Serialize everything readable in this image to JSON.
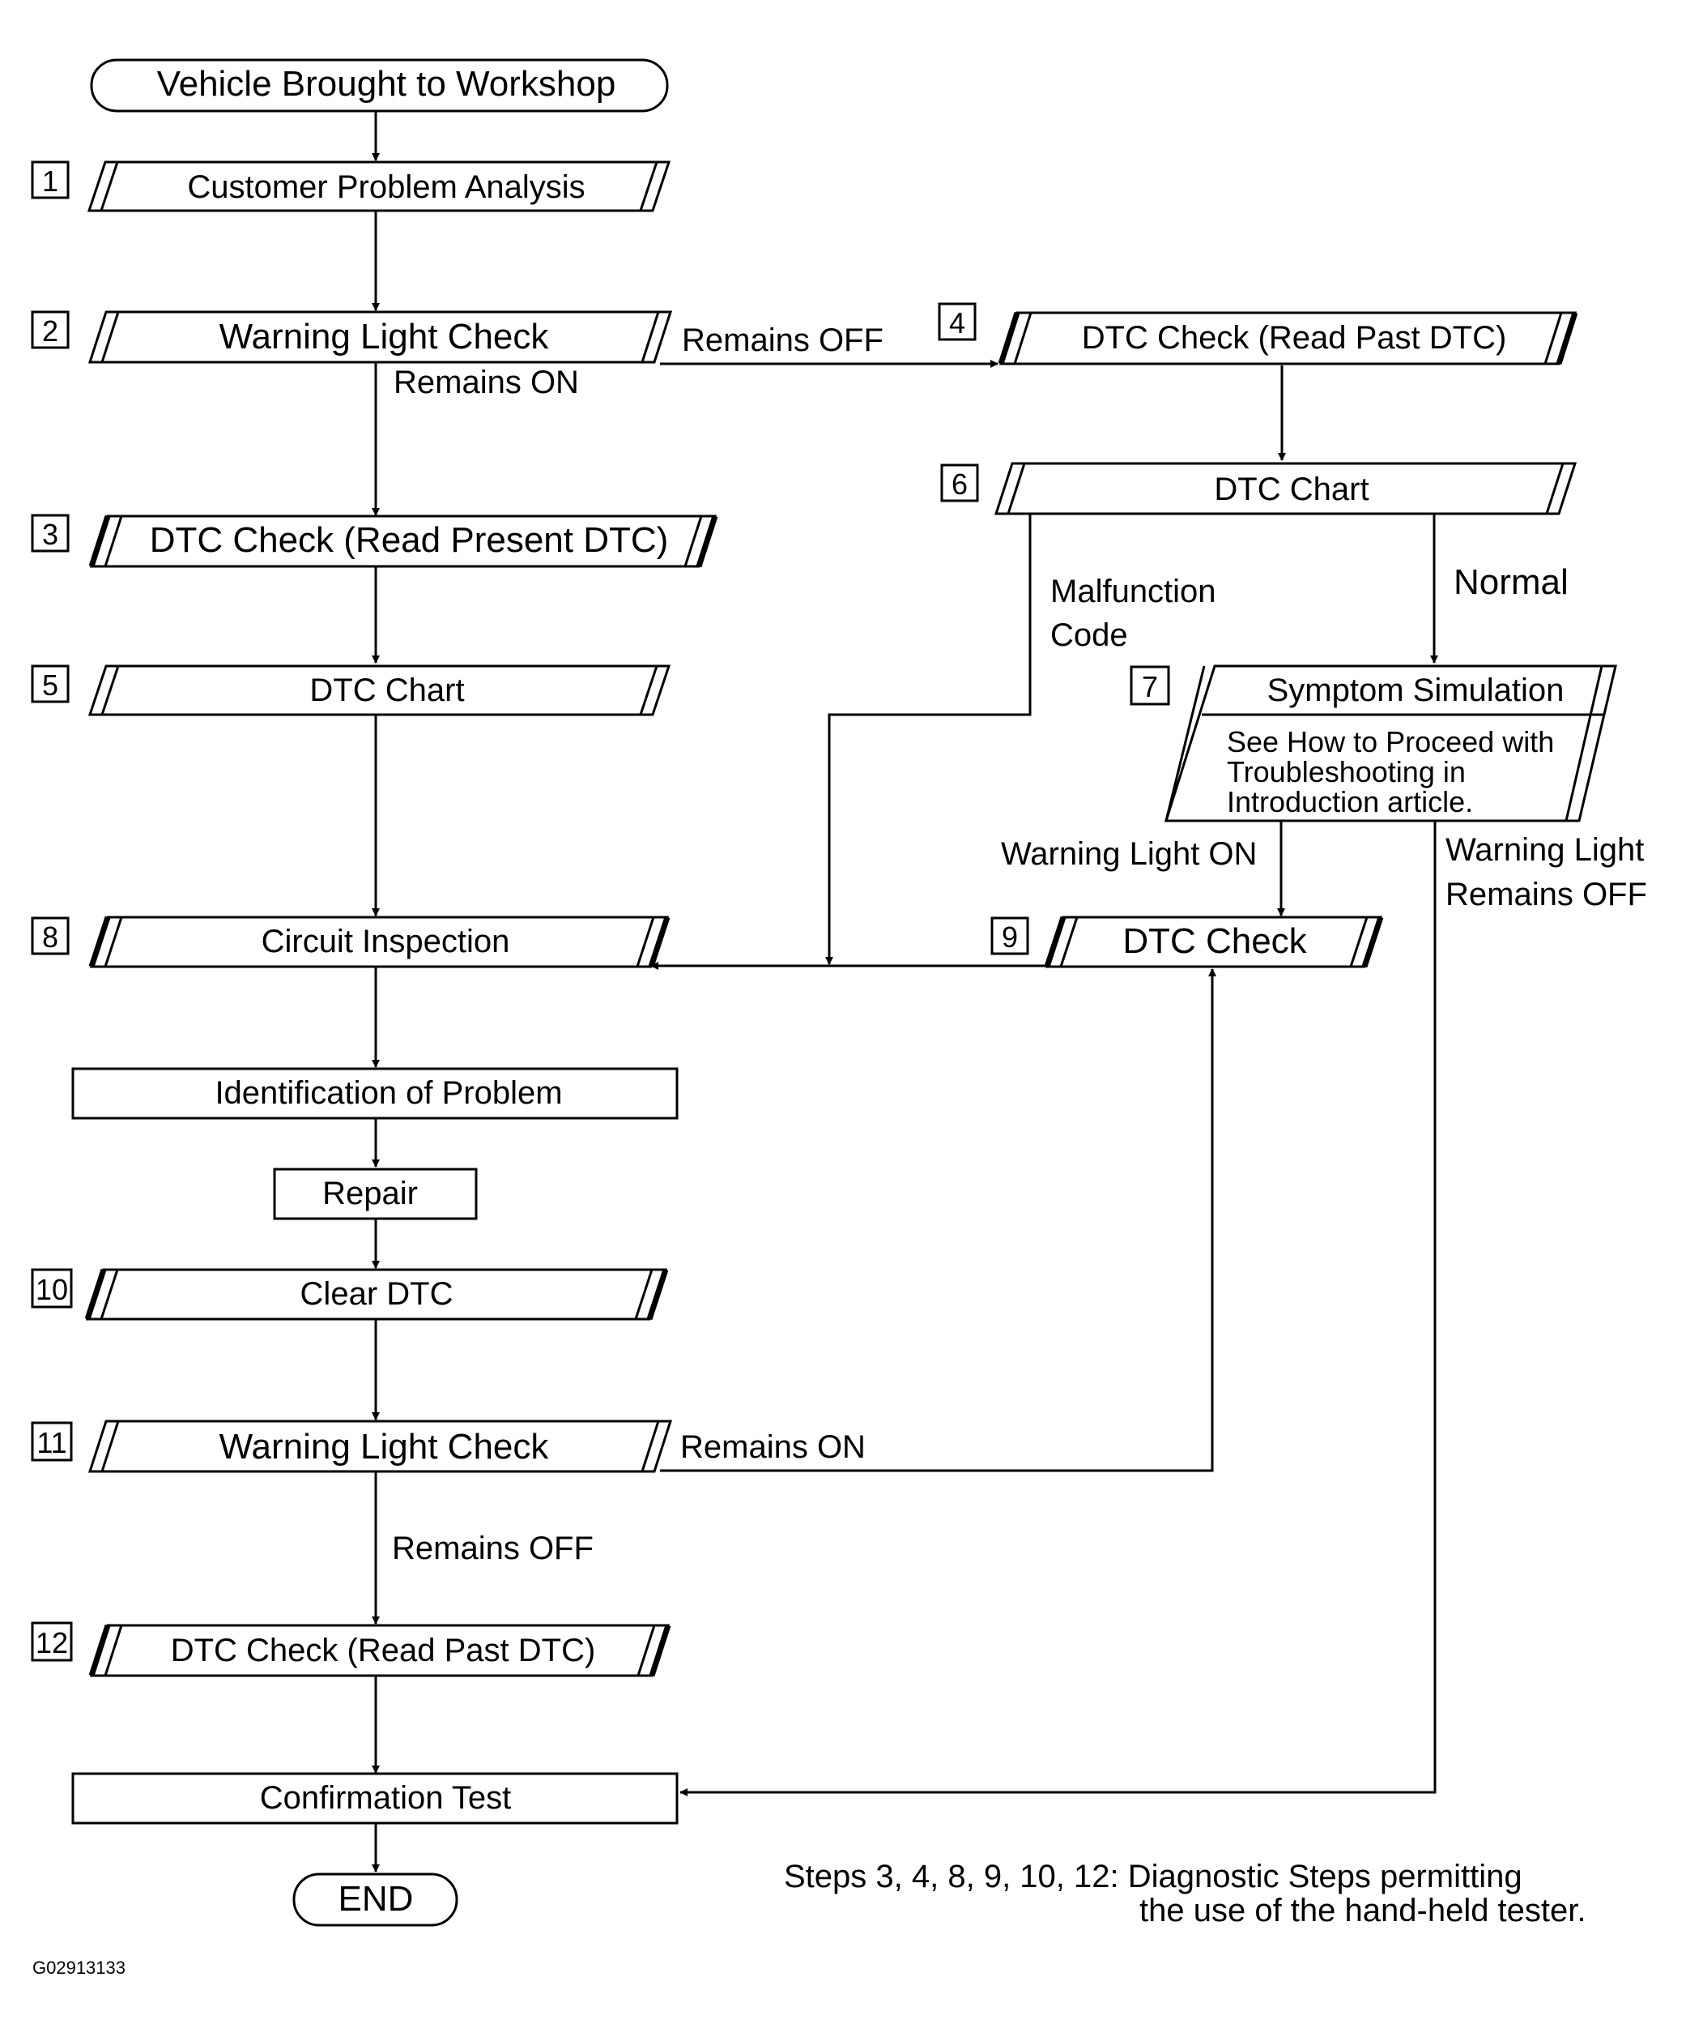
{
  "start": "Vehicle Brought to Workshop",
  "steps": {
    "s1": {
      "num": "1",
      "label": "Customer Problem Analysis"
    },
    "s2": {
      "num": "2",
      "label": "Warning Light Check"
    },
    "s3": {
      "num": "3",
      "label": "DTC Check (Read Present DTC)"
    },
    "s4": {
      "num": "4",
      "label": "DTC Check (Read Past DTC)"
    },
    "s5": {
      "num": "5",
      "label": "DTC Chart"
    },
    "s6": {
      "num": "6",
      "label": "DTC Chart"
    },
    "s7": {
      "num": "7",
      "label": "Symptom Simulation",
      "note1": "See How to Proceed with",
      "note2": "Troubleshooting in",
      "note3": "Introduction article."
    },
    "s8": {
      "num": "8",
      "label": "Circuit Inspection"
    },
    "s9": {
      "num": "9",
      "label": "DTC Check"
    },
    "s10": {
      "num": "10",
      "label": "Clear DTC"
    },
    "s11": {
      "num": "11",
      "label": "Warning Light Check"
    },
    "s12": {
      "num": "12",
      "label": "DTC Check (Read Past DTC)"
    }
  },
  "plain": {
    "identification": "Identification of Problem",
    "repair": "Repair",
    "confirmation": "Confirmation Test",
    "end": "END"
  },
  "edges": {
    "remains_off_2": "Remains OFF",
    "remains_on_2": "Remains ON",
    "malfunction1": "Malfunction",
    "malfunction2": "Code",
    "normal": "Normal",
    "warning_on": "Warning Light ON",
    "warning_off1": "Warning Light",
    "warning_off2": "Remains OFF",
    "remains_on_11": "Remains ON",
    "remains_off_11": "Remains OFF"
  },
  "footnote": {
    "line1": "Steps 3, 4, 8, 9, 10, 12: Diagnostic Steps permitting",
    "line2": "the use of the hand-held tester."
  },
  "figure_id": "G02913133"
}
